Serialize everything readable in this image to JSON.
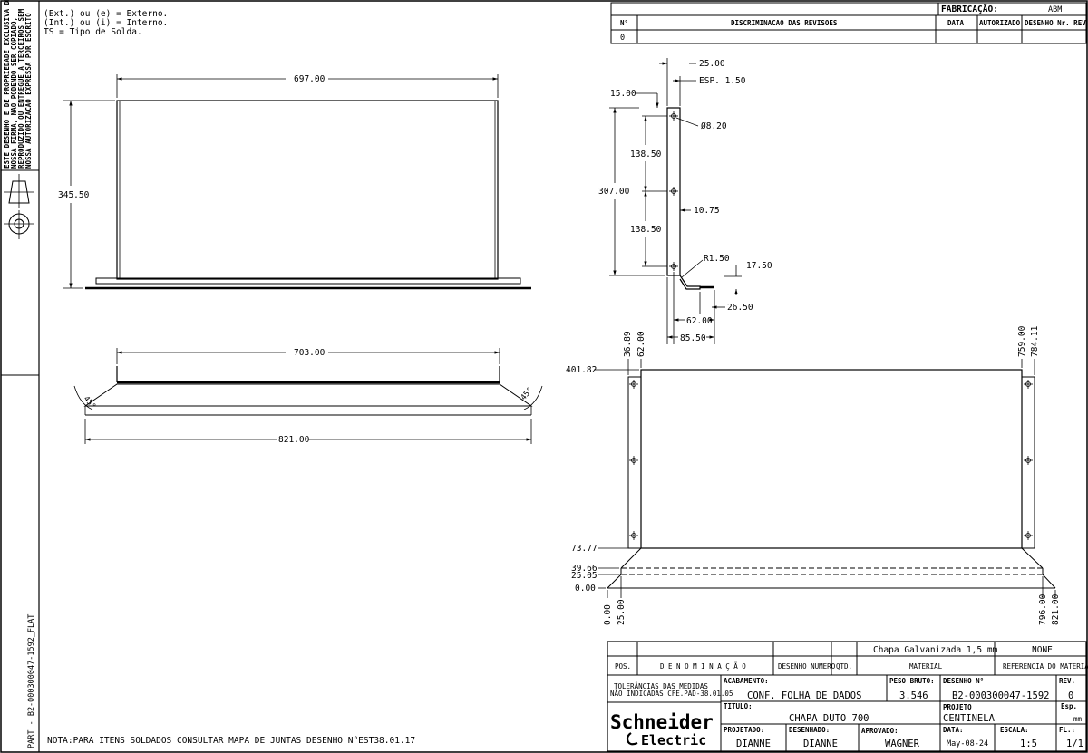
{
  "legend": {
    "line1": "(Ext.) ou (e) = Externo.",
    "line2": "(Int.) ou (i) = Interno.",
    "line3": "TS = Tipo de Solda."
  },
  "sidebar": {
    "notice_lines": [
      "ESTE DESENHO E DE PROPRIEDADE EXCLUSIVA DE",
      "NOSSA FIRMA, NAO PODENDO SER COPIADO,",
      "REPRODUZIDO OU ENTREGUE A TERCEIROS SEM",
      "NOSSA AUTORIZACAO EXPRESSA POR ESCRITO"
    ],
    "part_label": "PART - B2-000300047-1592_FLAT"
  },
  "note": "NOTA:PARA ITENS SOLDADOS CONSULTAR MAPA DE JUNTAS DESENHO N°EST38.01.17",
  "revision_block": {
    "fabricacao_label": "FABRICAÇÃO:",
    "fabricacao_value": "ABM",
    "headers": [
      "N°",
      "DISCRIMINACAO DAS REVISOES",
      "DATA",
      "AUTORIZADO",
      "DESENHO Nr. REV"
    ],
    "rows": [
      [
        "0",
        "",
        "",
        "",
        ""
      ]
    ]
  },
  "views": {
    "front": {
      "width": "697.00",
      "height": "345.50"
    },
    "top": {
      "inner": "703.00",
      "outer": "821.00",
      "angle_left": "45°",
      "angle_right": "45°"
    },
    "profile": {
      "d25": "25.00",
      "esp": "ESP. 1.50",
      "d15": "15.00",
      "hole": "Ø8.20",
      "d13850a": "138.50",
      "d307": "307.00",
      "d1075": "10.75",
      "d13850b": "138.50",
      "r150": "R1.50",
      "d1750": "17.50",
      "d2650": "26.50",
      "d62": "62.00",
      "d8550": "85.50"
    },
    "flat": {
      "top_dims": [
        "36.89",
        "62.00",
        "759.00",
        "784.11"
      ],
      "left_dims": [
        "401.82",
        "73.77",
        "39.66",
        "25.05",
        "0.00"
      ],
      "bottom_dims": [
        "0.00",
        "25.00",
        "796.00",
        "821.00"
      ]
    }
  },
  "title_block": {
    "material_value": "Chapa Galvanizada 1,5 mm",
    "ref_value": "NONE",
    "headers": {
      "pos": "POS.",
      "denominacao": "D E N O M I N A Ç Ã O",
      "desenho_numero": "DESENHO NUMERO",
      "qtd": "QTD.",
      "material": "MATERIAL",
      "referencia": "REFERENCIA DO MATERIAL"
    },
    "tolerancias_line1": "TOLERÂNCIAS DAS MEDIDAS",
    "tolerancias_line2": "NÃO INDICADAS CFE.PAD-38.01.05",
    "acabamento_label": "ACABAMENTO:",
    "acabamento_value": "CONF. FOLHA DE DADOS",
    "peso_label": "PESO BRUTO:",
    "peso_value": "3.546",
    "desenho_label": "DESENHO N°",
    "desenho_value": "B2-000300047-1592",
    "rev_label": "REV.",
    "rev_value": "0",
    "titulo_label": "TITULO:",
    "titulo_value": "CHAPA DUTO 700",
    "projeto_label": "PROJETO",
    "projeto_value": "CENTINELA",
    "esp_label": "Esp.",
    "esp_unit": "mm",
    "logo_line1": "Schneider",
    "logo_line2": "Electric",
    "projetado_label": "PROJETADO:",
    "projetado_value": "DIANNE",
    "desenhado_label": "DESENHADO:",
    "desenhado_value": "DIANNE",
    "aprovado_label": "APROVADO:",
    "aprovado_value": "WAGNER",
    "data_label": "DATA:",
    "data_value": "May-08-24",
    "escala_label": "ESCALA:",
    "escala_value": "1:5",
    "fl_label": "FL.:",
    "fl_value": "1/1"
  },
  "colors": {
    "ink": "#000000",
    "paper": "#ffffff",
    "logo_green": "#000000"
  }
}
